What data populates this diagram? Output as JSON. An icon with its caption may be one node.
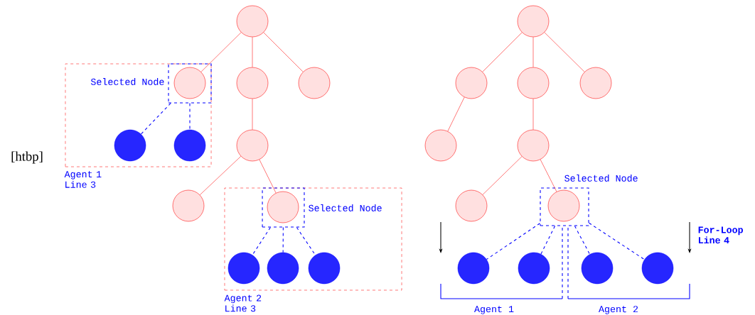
{
  "diagram": {
    "nodes": [
      {
        "text": [],
        "shape": "circle"
      },
      {
        "text": [
          "Agent 1 Line 3"
        ]
      },
      {
        "text": [
          "Selected Node"
        ],
        "in": 1
      },
      {
        "text": [],
        "shape": "circle",
        "in": 2
      },
      {
        "text": [],
        "shape": "circle"
      },
      {
        "text": [],
        "shape": "circle"
      },
      {
        "text": [],
        "shape": "circle",
        "in": 1
      },
      {
        "text": [],
        "shape": "circle",
        "in": 1
      },
      {
        "text": [],
        "shape": "circle"
      },
      {
        "text": [],
        "shape": "circle"
      },
      {
        "text": [
          "Agent 2 Line 3"
        ]
      },
      {
        "text": [
          "Selected Node"
        ],
        "in": 10
      },
      {
        "text": [],
        "shape": "circle",
        "in": 11
      },
      {
        "text": [],
        "shape": "circle",
        "in": 10
      },
      {
        "text": [],
        "shape": "circle",
        "in": 10
      },
      {
        "text": [],
        "shape": "circle",
        "in": 10
      },
      {
        "text": [],
        "shape": "circle"
      },
      {
        "text": [],
        "shape": "circle"
      },
      {
        "text": [],
        "shape": "circle"
      },
      {
        "text": [],
        "shape": "circle"
      },
      {
        "text": [],
        "shape": "circle"
      },
      {
        "text": [],
        "shape": "circle"
      },
      {
        "text": [],
        "shape": "circle"
      },
      {
        "text": [
          "Selected Node"
        ]
      },
      {
        "text": [],
        "shape": "circle",
        "in": 23
      },
      {
        "text": [],
        "shape": "circle"
      },
      {
        "text": [],
        "shape": "circle"
      },
      {
        "text": [],
        "shape": "circle"
      },
      {
        "text": [],
        "shape": "circle"
      }
    ],
    "edges": [
      {
        "from": 0,
        "to": 3,
        "arrow": "none"
      },
      {
        "from": 0,
        "to": 4,
        "arrow": "none"
      },
      {
        "from": 0,
        "to": 5,
        "arrow": "none"
      },
      {
        "from": 4,
        "to": 8,
        "arrow": "none"
      },
      {
        "from": 8,
        "to": 9,
        "arrow": "none"
      },
      {
        "from": 8,
        "to": 12,
        "arrow": "none"
      },
      {
        "from": 2,
        "to": 6,
        "arrow": "none",
        "style": "dashed",
        "color": "#0000ff"
      },
      {
        "from": 2,
        "to": 7,
        "arrow": "none",
        "style": "dashed",
        "color": "#0000ff"
      },
      {
        "from": 11,
        "to": 13,
        "arrow": "none",
        "style": "dashed",
        "color": "#0000ff"
      },
      {
        "from": 11,
        "to": 14,
        "arrow": "none",
        "style": "dashed",
        "color": "#0000ff"
      },
      {
        "from": 11,
        "to": 15,
        "arrow": "none",
        "style": "dashed",
        "color": "#0000ff"
      },
      {
        "from": 16,
        "to": 17,
        "arrow": "none"
      },
      {
        "from": 16,
        "to": 18,
        "arrow": "none"
      },
      {
        "from": 16,
        "to": 19,
        "arrow": "none"
      },
      {
        "from": 17,
        "to": 20,
        "arrow": "none"
      },
      {
        "from": 18,
        "to": 21,
        "arrow": "none"
      },
      {
        "from": 21,
        "to": 22,
        "arrow": "none"
      },
      {
        "from": 21,
        "to": 24,
        "arrow": "none"
      },
      {
        "from": 23,
        "to": 25,
        "arrow": "none",
        "style": "dashed",
        "color": "#0000ff"
      },
      {
        "from": 23,
        "to": 26,
        "arrow": "none",
        "style": "dashed",
        "color": "#0000ff"
      },
      {
        "from": 23,
        "to": 27,
        "arrow": "none",
        "style": "dashed",
        "color": "#0000ff"
      },
      {
        "from": 23,
        "to": 28,
        "arrow": "none",
        "style": "dashed",
        "color": "#0000ff"
      }
    ],
    "labels": [
      "[htbp]",
      "For-Loop Line 4",
      "Agent 1",
      "Agent 2"
    ]
  }
}
